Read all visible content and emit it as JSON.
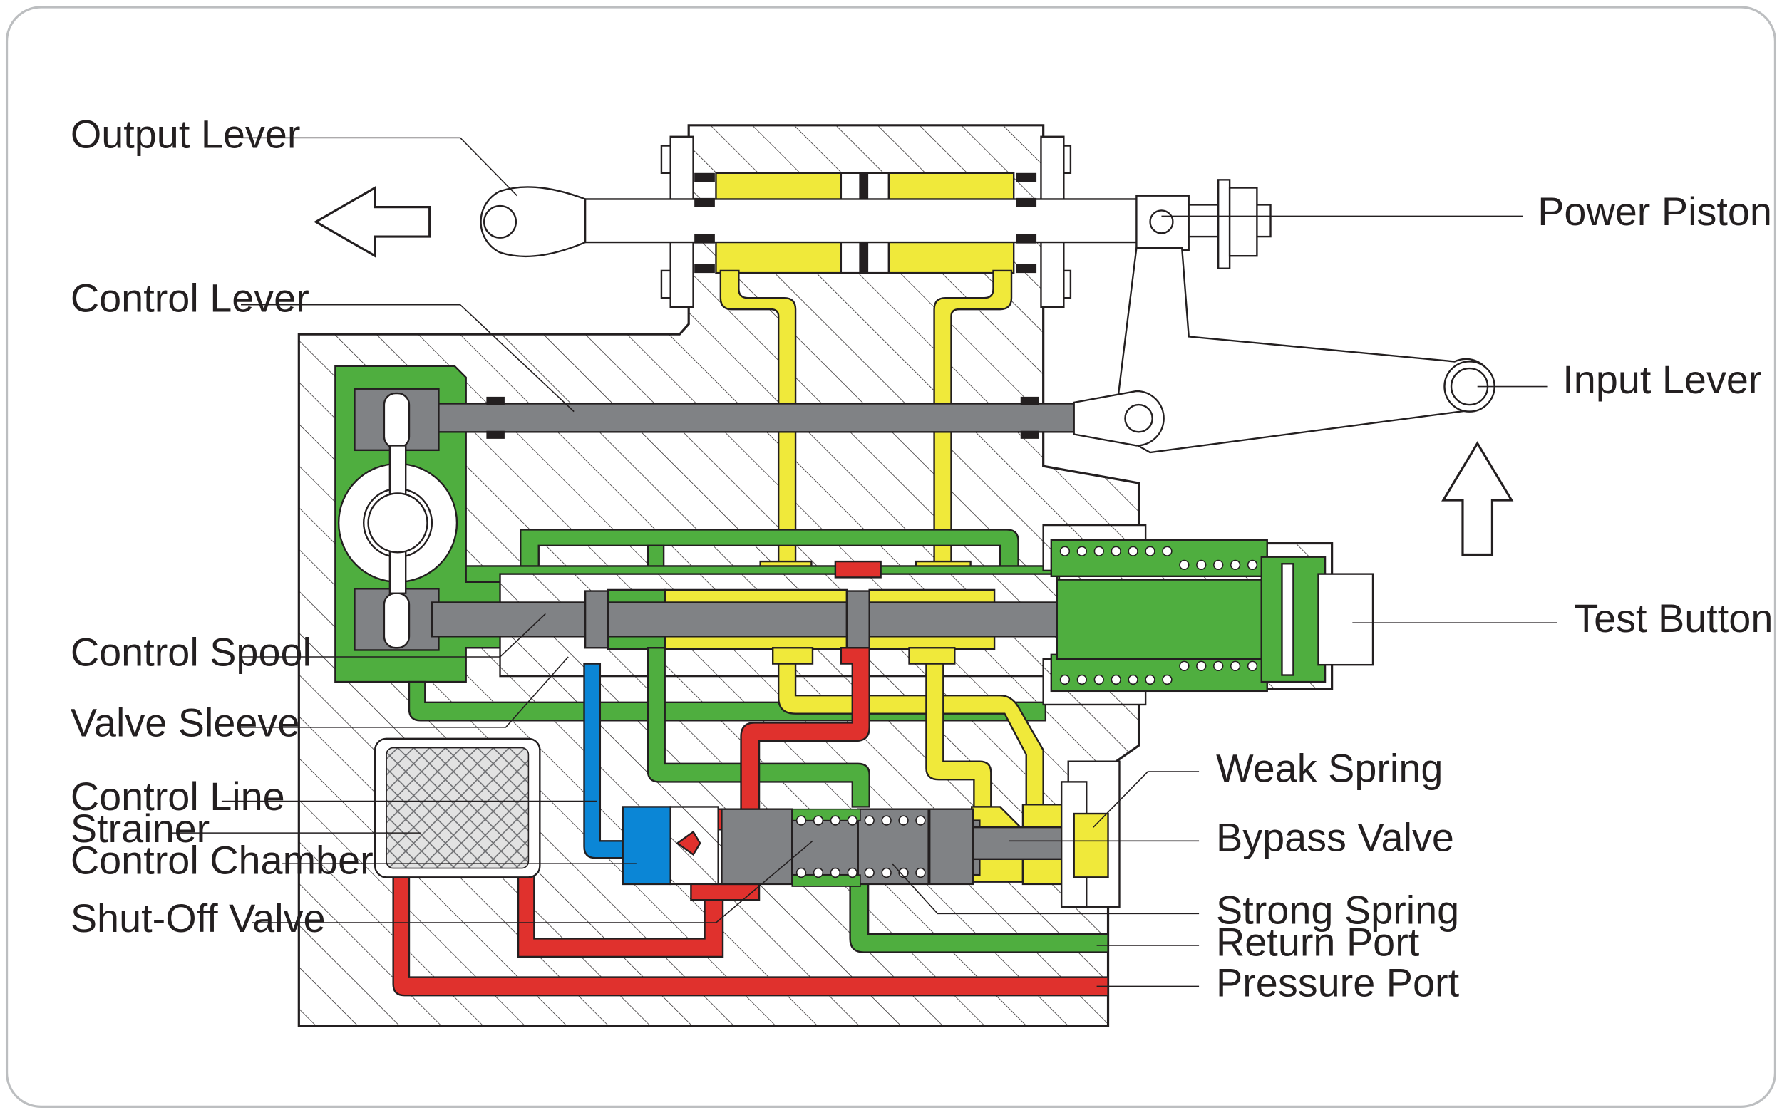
{
  "diagram": {
    "labels_left": {
      "output_lever": "Output Lever",
      "control_lever": "Control Lever",
      "control_spool": "Control Spool",
      "valve_sleeve": "Valve Sleeve",
      "control_line": "Control Line",
      "strainer": "Strainer",
      "control_chamber": "Control Chamber",
      "shut_off_valve": "Shut-Off Valve"
    },
    "labels_right": {
      "power_piston": "Power Piston",
      "input_lever": "Input Lever",
      "test_button": "Test Button",
      "weak_spring": "Weak Spring",
      "bypass_valve": "Bypass Valve",
      "strong_spring": "Strong Spring",
      "return_port": "Return Port",
      "pressure_port": "Pressure Port"
    },
    "colors": {
      "pressure": "#e0312d",
      "return": "#4fae3f",
      "control_oil": "#f0e93a",
      "control_line_oil": "#0b86d6",
      "metal": "#808285",
      "outline": "#231f20"
    }
  }
}
